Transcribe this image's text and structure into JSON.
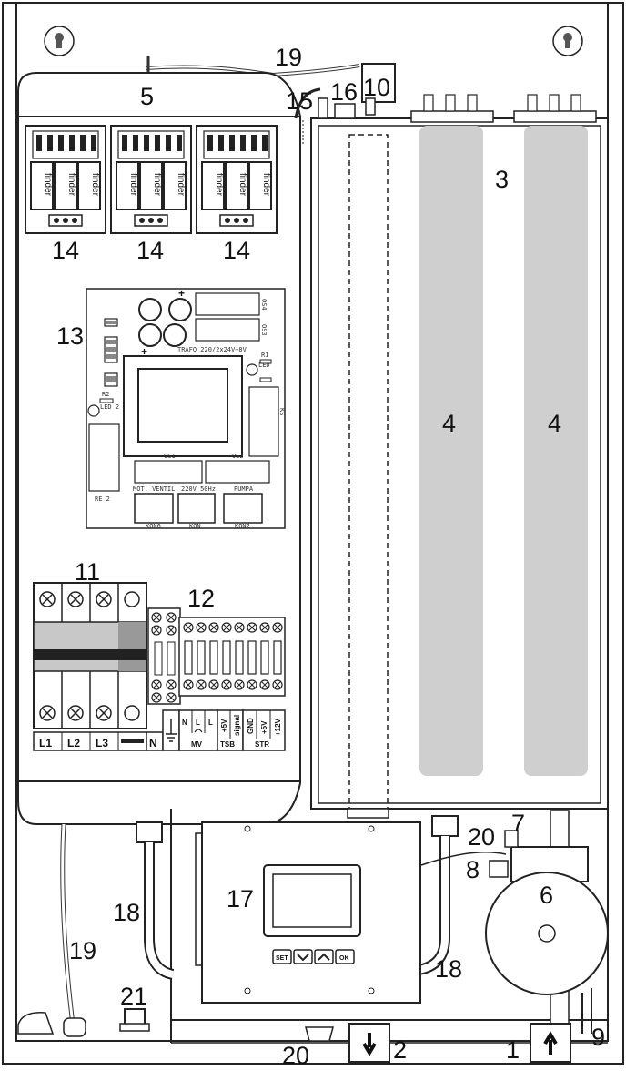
{
  "callouts": {
    "c1": "1",
    "c2": "2",
    "c3": "3",
    "c4a": "4",
    "c4b": "4",
    "c5": "5",
    "c6": "6",
    "c7": "7",
    "c8": "8",
    "c9": "9",
    "c10": "10",
    "c11": "11",
    "c12": "12",
    "c13": "13",
    "c14a": "14",
    "c14b": "14",
    "c14c": "14",
    "c15": "15",
    "c16": "16",
    "c17": "17",
    "c18a": "18",
    "c18b": "18",
    "c19a": "19",
    "c19b": "19",
    "c20a": "20",
    "c20b": "20",
    "c21": "21"
  },
  "relays": {
    "brand": "finder"
  },
  "pcb": {
    "mot_ventil": "MOT. VENTIL",
    "supply": "220V 50Hz",
    "pumpa": "PUMPA",
    "trafo": "TRAFO 220/2x24V+8V",
    "kon6": "KON6",
    "kon": "KON",
    "kon2": "KON2",
    "os1": "OS1",
    "os2": "OS2",
    "os3": "OS3",
    "os4": "OS4",
    "re2": "RE 2",
    "led": "LED",
    "led2": "LED 2",
    "r1": "R1",
    "r2": "R2",
    "ks": "KS"
  },
  "terminal_labels": {
    "l1": "L1",
    "l2": "L2",
    "l3": "L3",
    "n": "N",
    "n_small": "N",
    "l_small_1": "L",
    "l_small_2": "L",
    "plus5v": "+5V",
    "signal": "signal",
    "gnd": "GND",
    "plus5v_b": "+5V",
    "plus12v": "+12V",
    "mv": "MV",
    "tsb": "TSB",
    "str": "STR"
  },
  "controller": {
    "btn_set": "SET",
    "btn_ok": "OK"
  }
}
